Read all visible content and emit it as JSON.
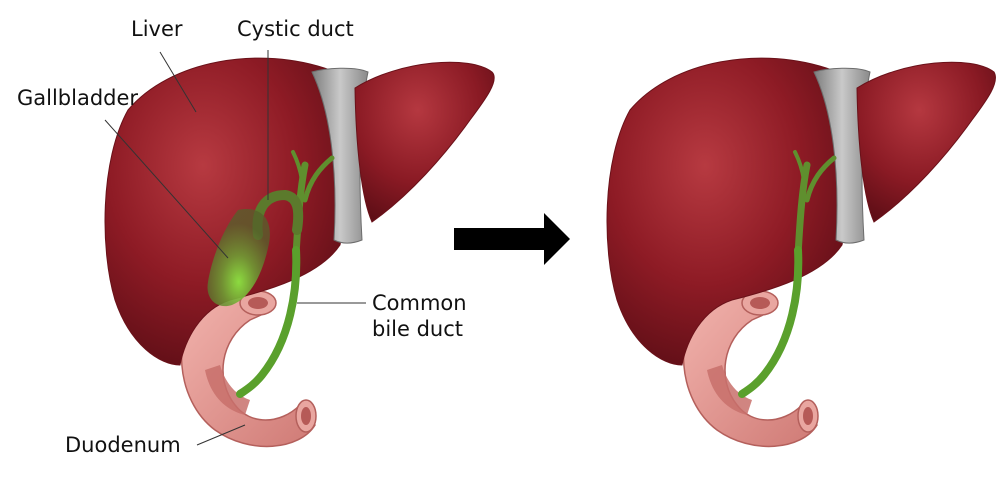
{
  "labels": {
    "liver": "Liver",
    "cystic_duct": "Cystic duct",
    "gallbladder": "Gallbladder",
    "common_bile_duct_line1": "Common",
    "common_bile_duct_line2": "bile duct",
    "duodenum": "Duodenum"
  },
  "colors": {
    "liver": "#8e1b25",
    "liver_dark": "#6e121b",
    "ligament": "#a9a9a9",
    "bile_duct": "#5a9a2c",
    "gallbladder": "#7d8a2e",
    "gallbladder_glow": "#7be23a",
    "duodenum": "#e49a94",
    "duodenum_inner": "#c96f6a",
    "arrow": "#000000",
    "leader_line": "#333333"
  },
  "arrow_icon": "right-arrow-icon"
}
